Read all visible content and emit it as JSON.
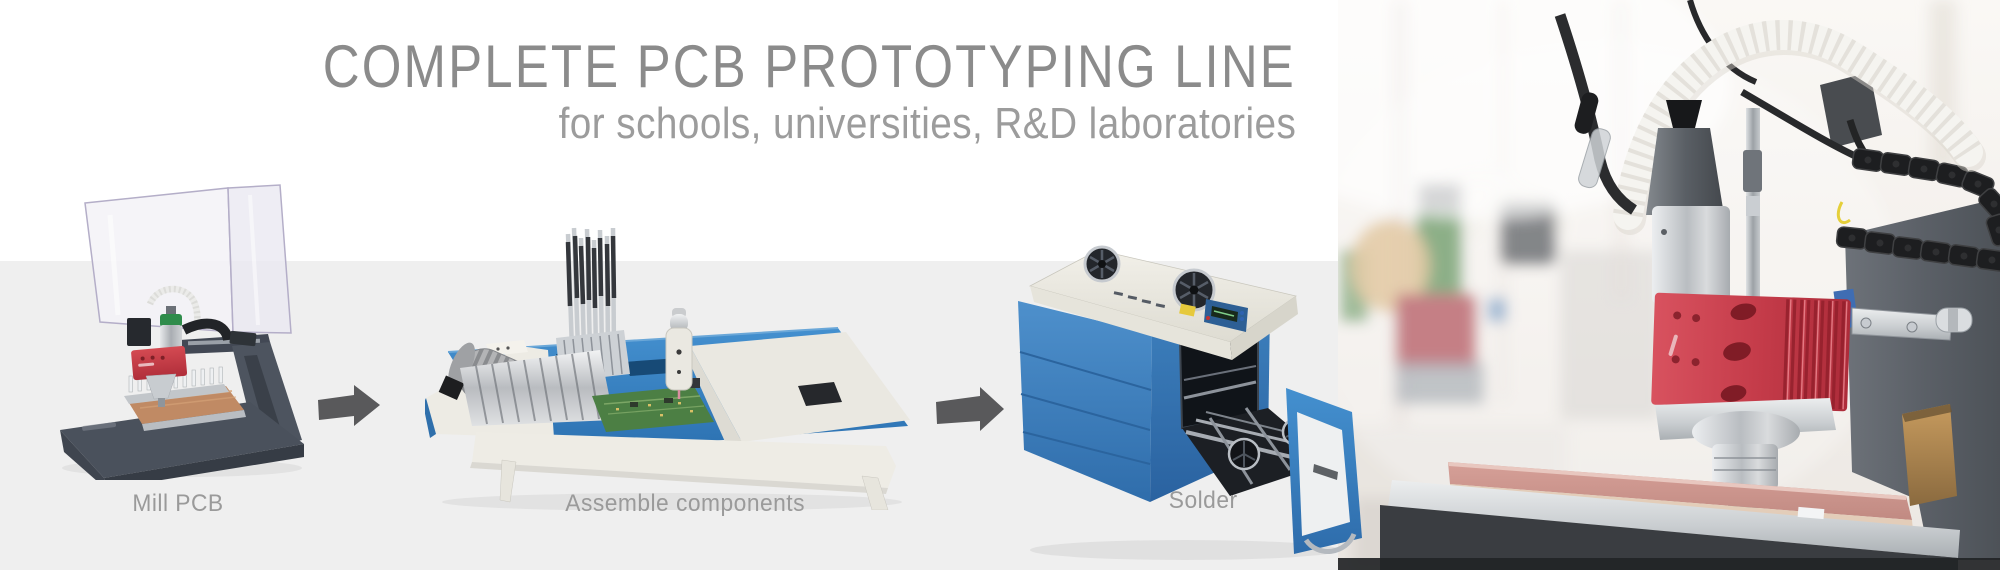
{
  "banner": {
    "title": "COMPLETE PCB PROTOTYPING LINE",
    "subtitle": "for schools, universities, R&D laboratories"
  },
  "steps": [
    {
      "label": "Mill PCB",
      "illustration": "pcb-milling-machine"
    },
    {
      "label": "Assemble components",
      "illustration": "pick-and-place-machine"
    },
    {
      "label": "Solder",
      "illustration": "reflow-soldering-oven"
    }
  ],
  "photo": {
    "description": "Close-up photo of CNC PCB milling machine spindle over a copper board"
  },
  "colors": {
    "page_top": "#ffffff",
    "page_bottom_band": "#efefef",
    "title": "#8b8b8b",
    "subtitle": "#9c9c9c",
    "step_label": "#9a9a9a",
    "arrow": "#59595b",
    "machine_blue": "#3282c3",
    "machine_red": "#c43b45",
    "machine_ivory": "#eceae2",
    "copper": "#c9918a"
  }
}
